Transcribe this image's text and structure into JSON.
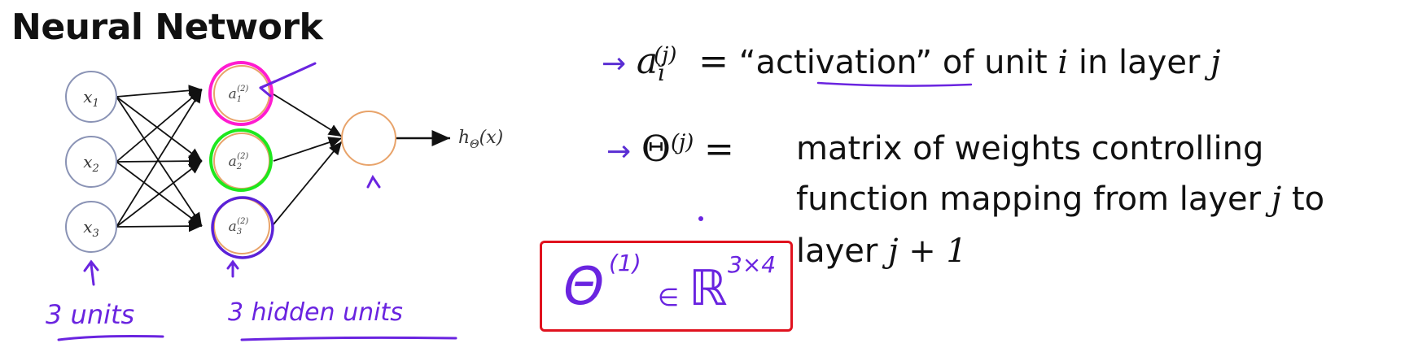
{
  "slide": {
    "title": "Neural Network"
  },
  "diagram": {
    "inputs": [
      "x_1",
      "x_2",
      "x_3"
    ],
    "hidden": [
      "a_1^{(2)}",
      "a_2^{(2)}",
      "a_3^{(2)}"
    ],
    "output_label": "h_Θ(x)",
    "annotations": {
      "input_note": "3 units",
      "hidden_note": "3 hidden units"
    },
    "colors": {
      "input_node": "#8a93b5",
      "output_node": "#e8a36a",
      "edge": "#111111",
      "hidden_1": "#ff1bd0",
      "hidden_2": "#1ee81e",
      "hidden_3": "#5b21d8",
      "ink": "#6a24e0"
    }
  },
  "definitions": {
    "activation": {
      "symbol": "a",
      "sub": "i",
      "sup": "(j)",
      "equals": "=",
      "text_open": "“",
      "keyword": "activation",
      "text_close": "” of unit",
      "unit_var": "i",
      "text_mid": "in layer",
      "layer_var": "j"
    },
    "theta": {
      "symbol": "Θ",
      "sup": "(j)",
      "equals": "=",
      "line1": "matrix of weights controlling",
      "line2_a": "function mapping from layer",
      "line2_var": "j",
      "line2_b": "to",
      "line3_a": "layer",
      "line3_var": "j + 1"
    }
  },
  "handwritten_formula": {
    "symbol": "Θ",
    "sup": "(1)",
    "in": "∈",
    "set": "ℝ",
    "dims": "3×4"
  }
}
